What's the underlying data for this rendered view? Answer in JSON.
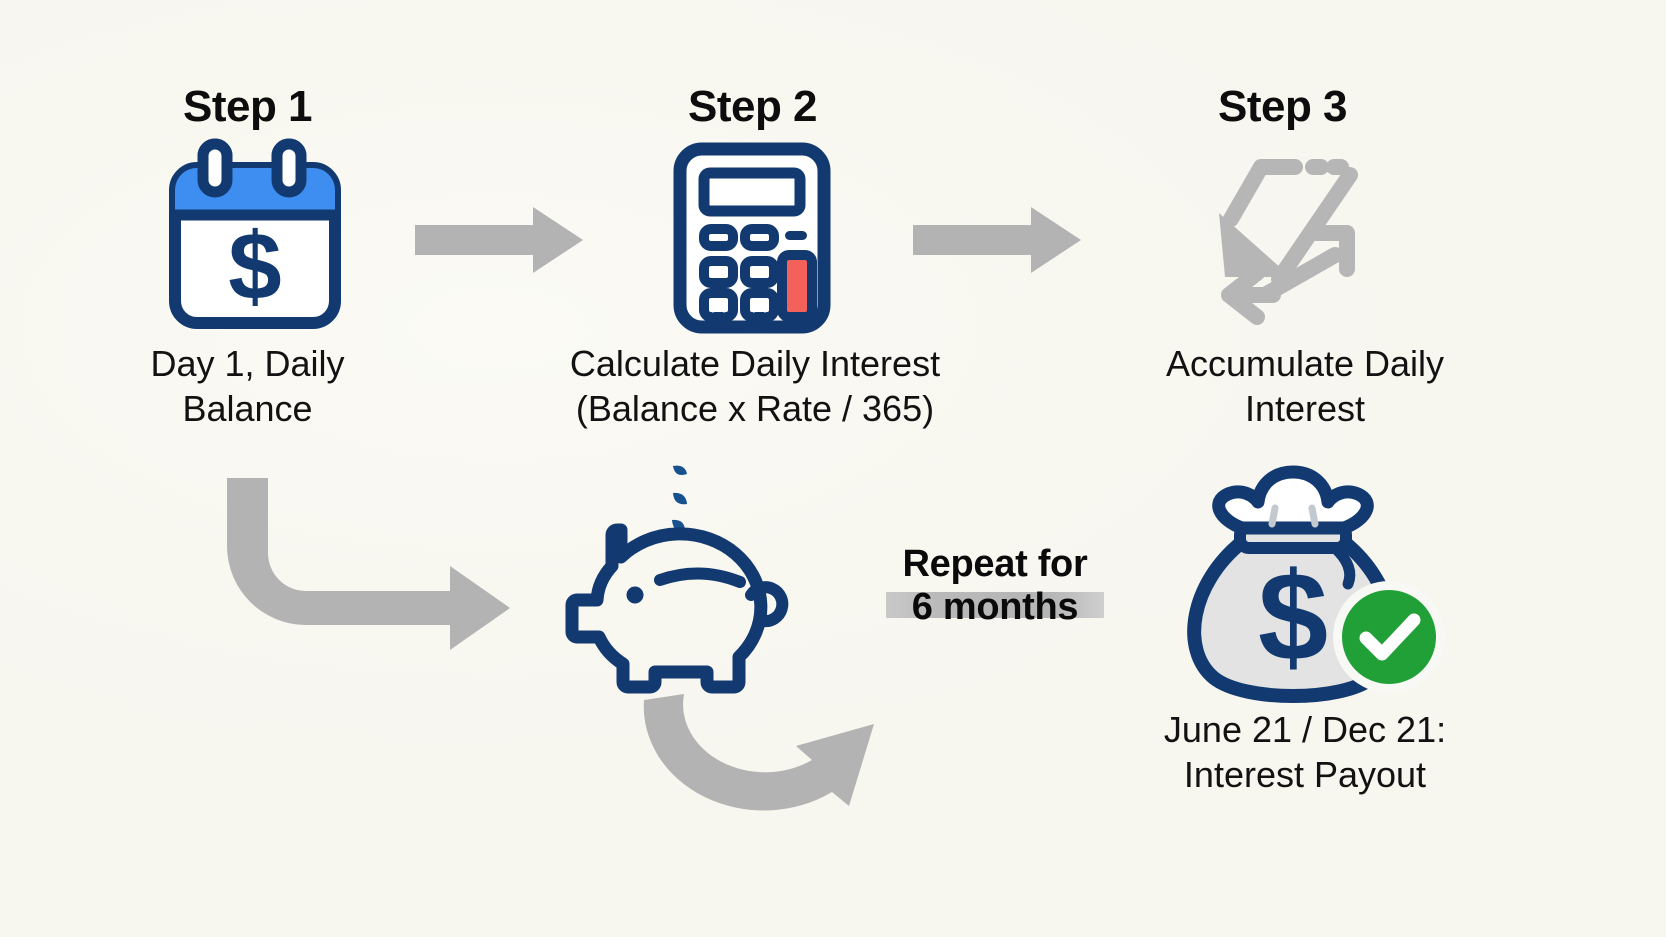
{
  "diagram": {
    "background_color": "#faf9f3",
    "accent_navy": "#123a70",
    "accent_blue": "#3d8ef0",
    "accent_grey": "#b3b3b3",
    "accent_green": "#21a038",
    "accent_red": "#f4615a",
    "bag_fill": "#e3e3e3"
  },
  "steps": [
    {
      "heading": "Step 1",
      "icon": "calendar-dollar-icon",
      "caption_line1": "Day 1, Daily",
      "caption_line2": "Balance"
    },
    {
      "heading": "Step 2",
      "icon": "calculator-icon",
      "caption_line1": "Calculate Daily Interest",
      "caption_line2": "(Balance x Rate / 365)"
    },
    {
      "heading": "Step 3",
      "icon": "recycle-arrows-icon",
      "caption_line1": "Accumulate Daily",
      "caption_line2": "Interest"
    }
  ],
  "loop": {
    "piggy_icon": "piggy-bank-icon",
    "repeat_line1": "Repeat for",
    "repeat_line2": "6 months"
  },
  "payout": {
    "icon": "money-bag-icon",
    "badge_icon": "green-check-badge-icon",
    "caption_line1": "June 21 / Dec 21:",
    "caption_line2": "Interest Payout"
  },
  "connectors": [
    {
      "name": "arrow-step1-to-step2",
      "type": "straight-right"
    },
    {
      "name": "arrow-step2-to-step3",
      "type": "straight-right"
    },
    {
      "name": "arrow-step1-to-piggy",
      "type": "elbow-down-right"
    },
    {
      "name": "arrow-piggy-to-repeat",
      "type": "curve-up-right"
    }
  ]
}
